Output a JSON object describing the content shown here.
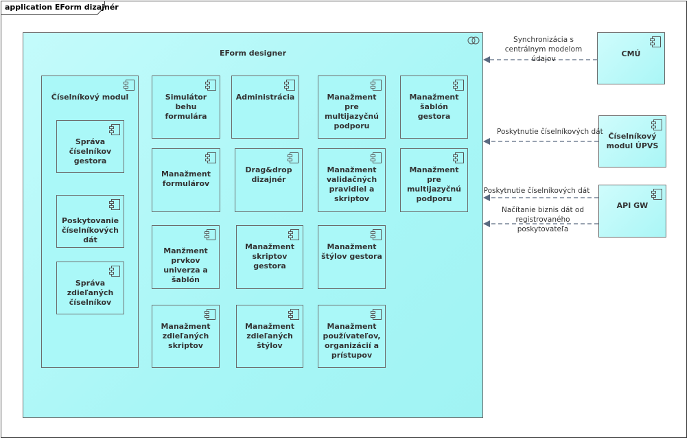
{
  "frame": {
    "title": "application EForm dizajnér"
  },
  "main": {
    "title": "EForm designer"
  },
  "modules": {
    "ciselnikovy": "Číselníkový modul",
    "sprava_ciselnikov": "Správa číselníkov gestora",
    "poskytovanie": "Poskytovanie číselníkových dát",
    "sprava_zdielanych": "Správa zdieľaných číselníkov",
    "simulator": "Simulátor behu formulára",
    "administracia": "Administrácia",
    "multijazycna_1": "Manažment pre multijazyčnú podporu",
    "sablon": "Manažment šablón gestora",
    "formularov": "Manažment formulárov",
    "dragdrop": "Drag&drop dizajnér",
    "validacnych": "Manažment validačných pravidiel a skriptov",
    "multijazycna_2": "Manažment pre multijazyčnú podporu",
    "prvkov": "Manžment prvkov univerza a šablón",
    "skriptov_gestora": "Manažment skriptov gestora",
    "stylov_gestora": "Manažment štýlov gestora",
    "zdielanych_skriptov": "Manažment zdieľaných skriptov",
    "zdielanych_stylov": "Manažment zdieľaných štýlov",
    "pouzivatelov": "Manažment používateľov, organizácií a prístupov"
  },
  "external": {
    "cmu": "CMÚ",
    "upvs": "Číselníkový modul ÚPVS",
    "apigw": "API GW"
  },
  "edges": {
    "sync": "Synchronizácia s centrálnym modelom údajov",
    "poskytnutie_1": "Poskytnutie číselníkových dát",
    "poskytnutie_2": "Poskytnutie číselníkových dát",
    "nacitanie": "Načítanie biznis dát od registrovaného poskytovateľa"
  },
  "colors": {
    "fill": "#aaf8f8",
    "border": "#6c6c6c",
    "arrow": "#5a6a80"
  }
}
